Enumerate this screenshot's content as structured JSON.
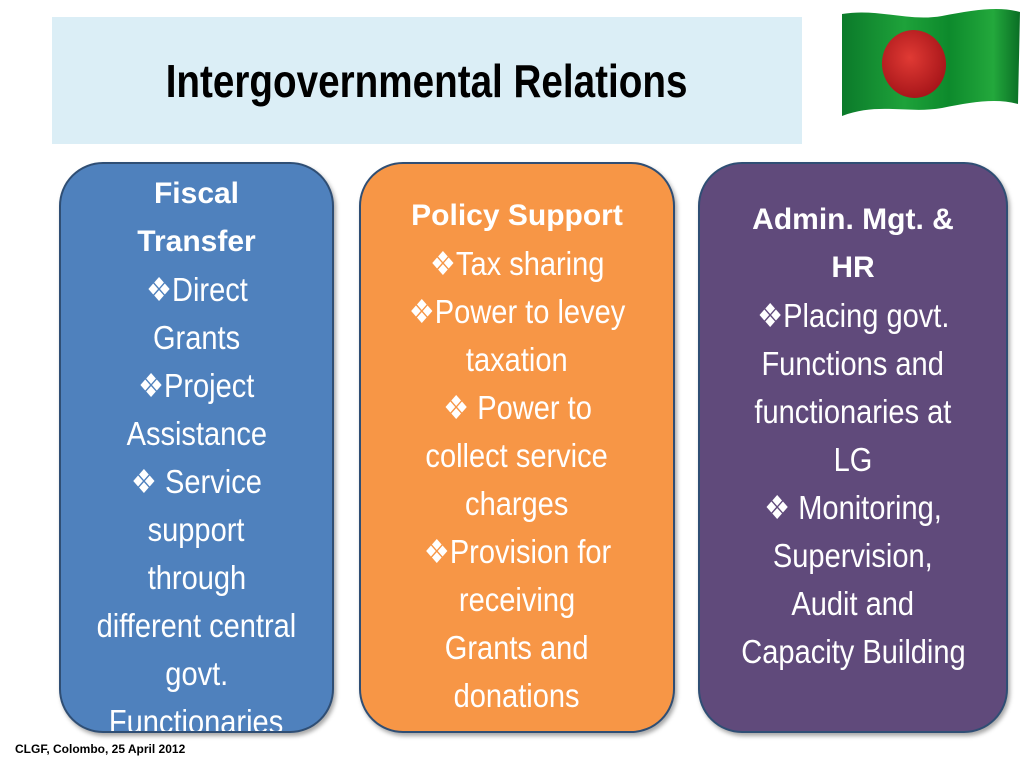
{
  "title": "Intergovernmental Relations",
  "footer": "CLGF, Colombo, 25 April 2012",
  "colors": {
    "title_bg": "#dbeef6",
    "fiscal_box": "#4f81bd",
    "policy_box": "#f79646",
    "admin_box": "#604a7b",
    "flag_green": "#006a4e",
    "flag_red": "#d21f26"
  },
  "flag": {
    "icon": "bangladesh-flag-icon"
  },
  "boxes": {
    "fiscal": {
      "heading": [
        "Fiscal",
        "Transfer"
      ],
      "lines": [
        "❖Direct",
        "Grants",
        "❖Project",
        "Assistance",
        "❖ Service",
        "support",
        "through",
        "different central",
        "govt.",
        "Functionaries"
      ]
    },
    "policy": {
      "heading": [
        "Policy Support"
      ],
      "lines": [
        "❖Tax sharing",
        "❖Power to levey",
        "taxation",
        "❖ Power to",
        "collect service",
        "charges",
        "❖Provision for",
        "receiving",
        "Grants and",
        "donations"
      ]
    },
    "admin": {
      "heading": [
        "Admin. Mgt. &",
        "HR"
      ],
      "lines": [
        "❖Placing govt.",
        "Functions and",
        "functionaries at",
        "LG",
        "❖ Monitoring,",
        "Supervision,",
        "Audit and",
        "Capacity Building"
      ]
    }
  }
}
